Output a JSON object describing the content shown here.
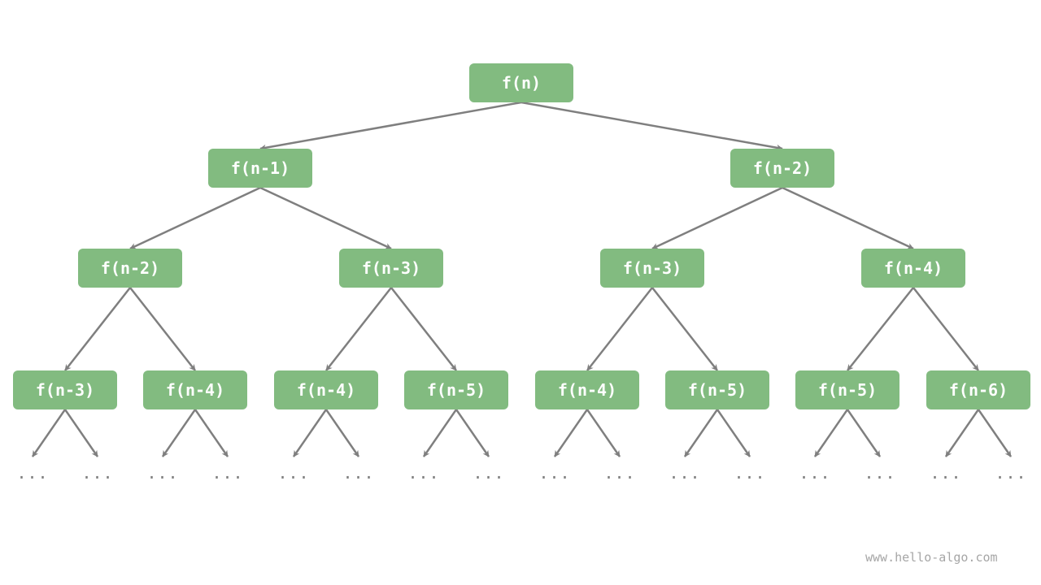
{
  "tree": {
    "levels": [
      [
        {
          "label": "f(n)"
        }
      ],
      [
        {
          "label": "f(n-1)"
        },
        {
          "label": "f(n-2)"
        }
      ],
      [
        {
          "label": "f(n-2)"
        },
        {
          "label": "f(n-3)"
        },
        {
          "label": "f(n-3)"
        },
        {
          "label": "f(n-4)"
        }
      ],
      [
        {
          "label": "f(n-3)"
        },
        {
          "label": "f(n-4)"
        },
        {
          "label": "f(n-4)"
        },
        {
          "label": "f(n-5)"
        },
        {
          "label": "f(n-4)"
        },
        {
          "label": "f(n-5)"
        },
        {
          "label": "f(n-5)"
        },
        {
          "label": "f(n-6)"
        }
      ]
    ],
    "leaf_ellipsis": "...",
    "colors": {
      "node_fill": "#82bb80",
      "node_text": "#ffffff",
      "edge": "#7f7f7f"
    }
  },
  "watermark": "www.hello-algo.com"
}
